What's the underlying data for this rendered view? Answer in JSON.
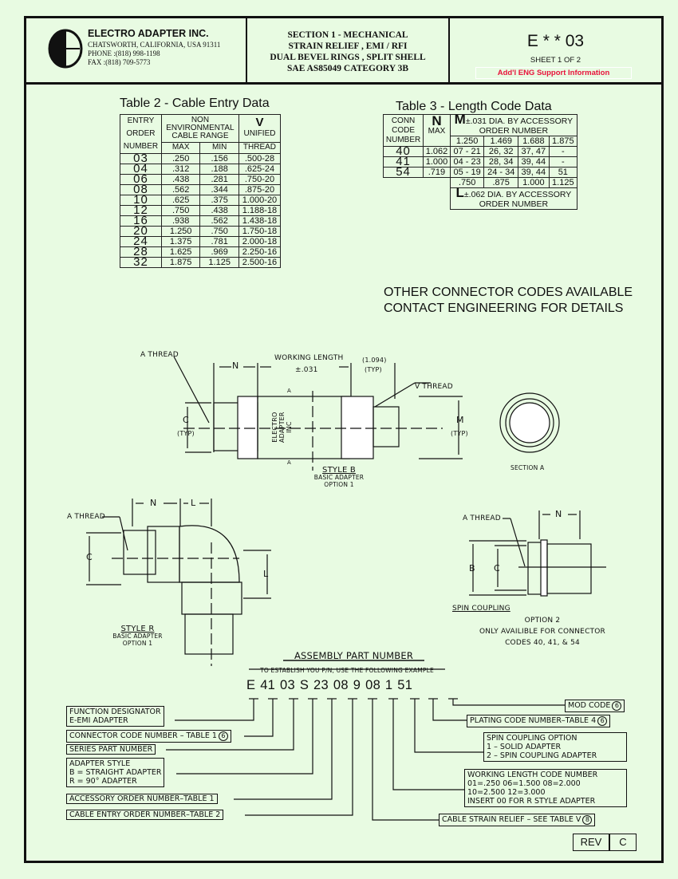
{
  "header": {
    "company": "ELECTRO ADAPTER INC.",
    "address": "CHATSWORTH, CALIFORNIA, USA 91311",
    "phone": "PHONE :(818) 998-1198",
    "fax": "FAX :(818) 709-5773",
    "section": [
      "SECTION 1  -  MECHANICAL",
      "STRAIN RELIEF ,  EMI / RFI",
      "DUAL BEVEL RINGS ,  SPLIT SHELL",
      "SAE AS85049 CATEGORY 3B"
    ],
    "part": "E * * 03",
    "sheet": "SHEET  1 OF 2",
    "support_link": "Add'l ENG Support Information"
  },
  "table2": {
    "title": "Table  2 - Cable Entry Data",
    "h_entry": [
      "ENTRY",
      "ORDER",
      "NUMBER"
    ],
    "h_non": "NON",
    "h_env": "ENVIRONMENTAL",
    "h_range": "CABLE  RANGE",
    "h_max": "MAX",
    "h_min": "MIN",
    "h_v": "V",
    "h_unified": "UNIFIED",
    "h_thread": "THREAD",
    "rows": [
      [
        "03",
        ".250",
        ".156",
        ".500-28"
      ],
      [
        "04",
        ".312",
        ".188",
        ".625-24"
      ],
      [
        "06",
        ".438",
        ".281",
        ".750-20"
      ],
      [
        "08",
        ".562",
        ".344",
        ".875-20"
      ],
      [
        "10",
        ".625",
        ".375",
        "1.000-20"
      ],
      [
        "12",
        ".750",
        ".438",
        "1.188-18"
      ],
      [
        "16",
        ".938",
        ".562",
        "1.438-18"
      ],
      [
        "20",
        "1.250",
        ".750",
        "1.750-18"
      ],
      [
        "24",
        "1.375",
        ".781",
        "2.000-18"
      ],
      [
        "28",
        "1.625",
        ".969",
        "2.250-16"
      ],
      [
        "32",
        "1.875",
        "1.125",
        "2.500-16"
      ]
    ]
  },
  "table3": {
    "title": "Table  3 - Length Code Data",
    "h_conn": [
      "CONN",
      "CODE",
      "NUMBER"
    ],
    "h_n": "N",
    "h_max": "MAX",
    "h_m": "M",
    "h_m_text": "±.031 DIA. BY ACCESSORY",
    "h_m_text2": "ORDER NUMBER",
    "m_sizes": [
      "1.250",
      "1.469",
      "1.688",
      "1.875"
    ],
    "rows": [
      [
        "40",
        "1.062",
        "07 - 21",
        "26, 32",
        "37, 47",
        "-"
      ],
      [
        "41",
        "1.000",
        "04 - 23",
        "28, 34",
        "39, 44",
        "-"
      ],
      [
        "54",
        ".719",
        "05 - 19",
        "24 - 34",
        "39, 44",
        "51"
      ]
    ],
    "l_sizes": [
      ".750",
      ".875",
      "1.000",
      "1.125"
    ],
    "h_l": "L",
    "h_l_text": "±.062 DIA. BY ACCESSORY",
    "h_l_text2": "ORDER NUMBER"
  },
  "notice": [
    "OTHER CONNECTOR CODES AVAILABLE",
    "CONTACT ENGINEERING FOR DETAILS"
  ],
  "styleB": {
    "a_thread": "A THREAD",
    "n": "N",
    "working_length": "WORKING LENGTH",
    "tol": "±.031",
    "dim": "(1.094)",
    "typ": "(TYP)",
    "v_thread": "V THREAD",
    "c": "C",
    "m": "M",
    "sec": "A",
    "brand": [
      "ELECTRO",
      "ADAPTER",
      "INC"
    ],
    "title": "STYLE B",
    "sub1": "BASIC ADAPTER",
    "sub2": "OPTION 1",
    "section_a": "SECTION A"
  },
  "styleR": {
    "a_thread": "A THREAD",
    "n": "N",
    "l": "L",
    "c": "C",
    "title": "STYLE R",
    "sub1": "BASIC ADAPTER",
    "sub2": "OPTION 1"
  },
  "spin": {
    "a_thread": "A THREAD",
    "n": "N",
    "b": "B",
    "c": "C",
    "title": "SPIN COUPLING",
    "opt": "OPTION 2",
    "note1": "ONLY AVAILIBLE FOR CONNECTOR",
    "note2": "CODES 40, 41, & 54"
  },
  "assembly": {
    "title": "ASSEMBLY PART NUMBER",
    "subtitle": "TO ESTABLISH YOU P/N, USE THE FOLLOWING EXAMPLE",
    "example": "E 41 03 S 23 08 9 08 1 51",
    "function": [
      "FUNCTION DESIGNATOR",
      "E-EMI ADAPTER"
    ],
    "connector": "CONNECTOR CODE NUMBER – TABLE 1",
    "series": "SERIES PART NUMBER",
    "style": [
      "ADAPTER STYLE",
      "B = STRAIGHT ADAPTER",
      "R = 90° ADAPTER"
    ],
    "accessory": "ACCESSORY ORDER NUMBER–TABLE 1",
    "cable_entry": "CABLE ENTRY ORDER NUMBER–TABLE 2",
    "mod": "MOD CODE",
    "plating": "PLATING CODE NUMBER–TABLE 4",
    "spin": [
      "SPIN COUPLING OPTION",
      "1 – SOLID ADAPTER",
      "2 – SPIN COUPLING ADAPTER"
    ],
    "working": [
      "WORKING LENGTH CODE NUMBER",
      "01=.250   06=1.500 08=2.000",
      "10=2.500 12=3.000",
      "INSERT 00 FOR R STYLE ADAPTER"
    ],
    "strain": "CABLE STRAIN RELIEF – SEE TABLE V",
    "note6": "6",
    "note8": "8"
  },
  "rev": {
    "label": "REV",
    "value": "C"
  }
}
